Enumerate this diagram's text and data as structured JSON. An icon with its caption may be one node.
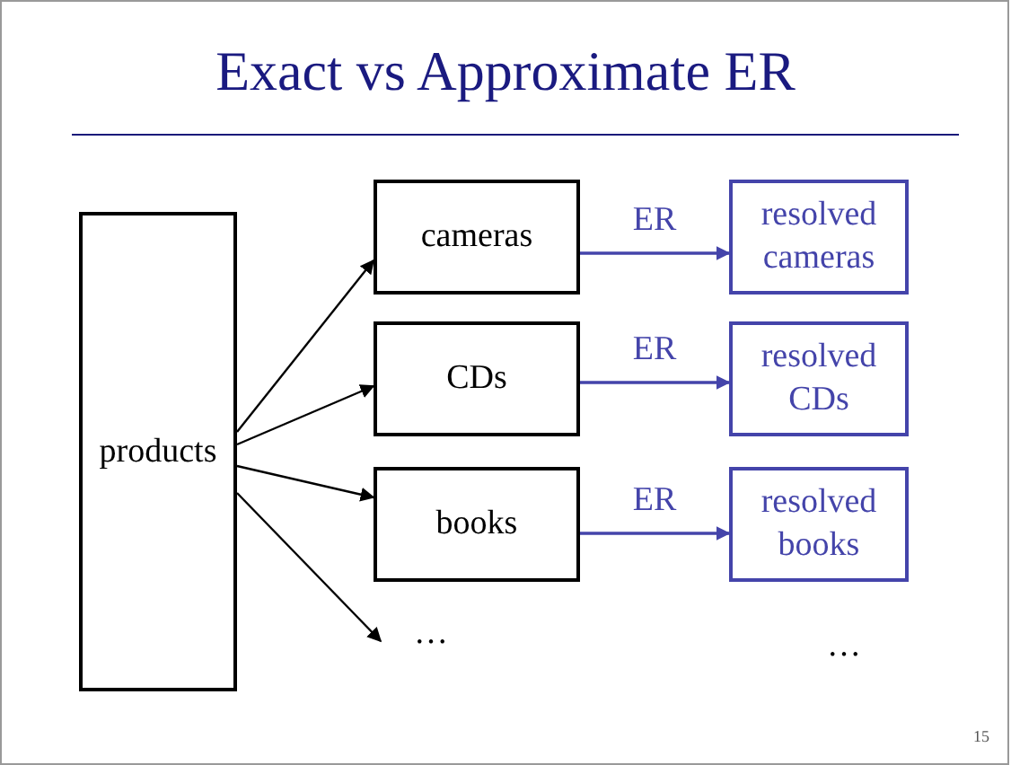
{
  "diagram": {
    "title": "Exact vs Approximate ER",
    "nodes": [
      {
        "text": [
          "products"
        ]
      },
      {
        "text": [
          "cameras"
        ]
      },
      {
        "text": [
          "CDs"
        ]
      },
      {
        "text": [
          "books"
        ]
      },
      {
        "text": [
          "…"
        ]
      },
      {
        "text": [
          "resolved cameras"
        ]
      },
      {
        "text": [
          "resolved CDs"
        ]
      },
      {
        "text": [
          "resolved books"
        ]
      },
      {
        "text": [
          "…"
        ]
      }
    ],
    "edges": [
      {
        "from": 0,
        "to": 1,
        "arrow": "to"
      },
      {
        "from": 0,
        "to": 2,
        "arrow": "to"
      },
      {
        "from": 0,
        "to": 3,
        "arrow": "to"
      },
      {
        "from": 0,
        "to": 4,
        "arrow": "to"
      },
      {
        "from": 1,
        "to": 5,
        "arrow": "to",
        "label": "ER",
        "color": "#4444aa"
      },
      {
        "from": 2,
        "to": 6,
        "arrow": "to",
        "label": "ER",
        "color": "#4444aa"
      },
      {
        "from": 3,
        "to": 7,
        "arrow": "to",
        "label": "ER",
        "color": "#4444aa"
      }
    ],
    "labels": [
      "15"
    ]
  }
}
